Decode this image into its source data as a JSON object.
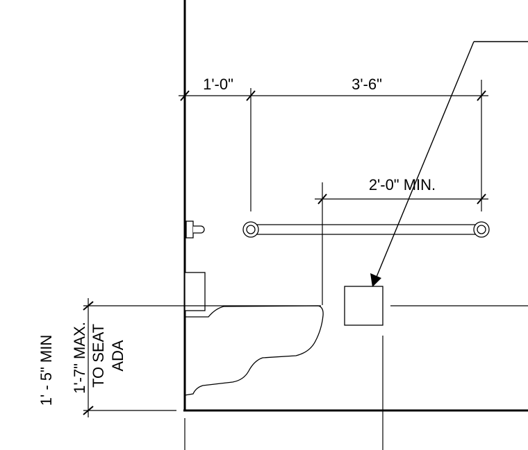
{
  "dimensions": {
    "wall_to_bar": "1'-0\"",
    "bar_length": "3'-6\"",
    "min_clearance": "2'-0\" MIN.",
    "seat_min": "1' - 5\" MIN",
    "seat_max": "1'-7\" MAX.",
    "to_seat": "TO SEAT",
    "ada": "ADA"
  },
  "colors": {
    "line": "#000000",
    "background": "#ffffff"
  }
}
